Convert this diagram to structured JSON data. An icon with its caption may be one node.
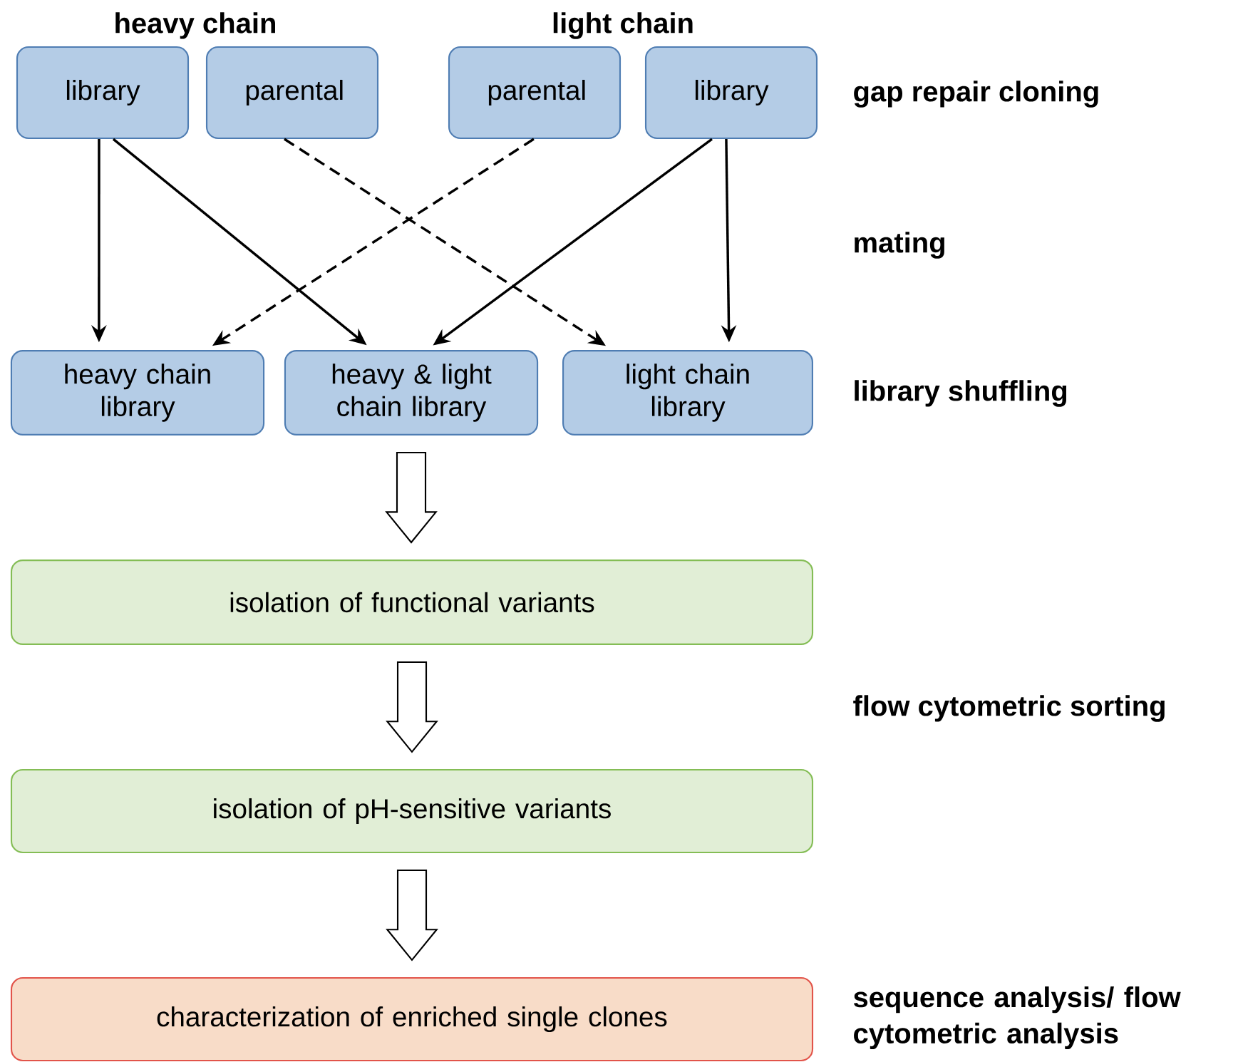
{
  "diagram": {
    "nodes": [
      {
        "text": [
          "library"
        ]
      },
      {
        "text": [
          "parental"
        ]
      },
      {
        "text": [
          "parental"
        ]
      },
      {
        "text": [
          "library"
        ]
      },
      {
        "text": [
          "heavy chain library"
        ]
      },
      {
        "text": [
          "heavy & light chain library"
        ]
      },
      {
        "text": [
          "light chain library"
        ]
      },
      {
        "text": [
          "isolation of functional variants"
        ]
      },
      {
        "text": [
          "isolation of pH-sensitive variants"
        ]
      },
      {
        "text": [
          "characterization of enriched single clones"
        ]
      }
    ],
    "edges": [
      {
        "from": 0,
        "to": 4,
        "arrow": "to"
      },
      {
        "from": 0,
        "to": 5,
        "arrow": "to"
      },
      {
        "from": 1,
        "to": 6,
        "arrow": "to",
        "style": "dashed"
      },
      {
        "from": 2,
        "to": 4,
        "arrow": "to",
        "style": "dashed"
      },
      {
        "from": 3,
        "to": 5,
        "arrow": "to"
      },
      {
        "from": 3,
        "to": 6,
        "arrow": "to"
      },
      {
        "from": 5,
        "to": 7,
        "arrow": "to",
        "style": "thick"
      },
      {
        "from": 7,
        "to": 8,
        "arrow": "to",
        "style": "thick"
      },
      {
        "from": 8,
        "to": 9,
        "arrow": "to",
        "style": "thick"
      }
    ],
    "labels": [
      "heavy chain",
      "light chain",
      "gap repair cloning",
      "mating",
      "library shuffling",
      "flow cytometric sorting",
      "sequence analysis/ flow cytometric analysis"
    ]
  }
}
